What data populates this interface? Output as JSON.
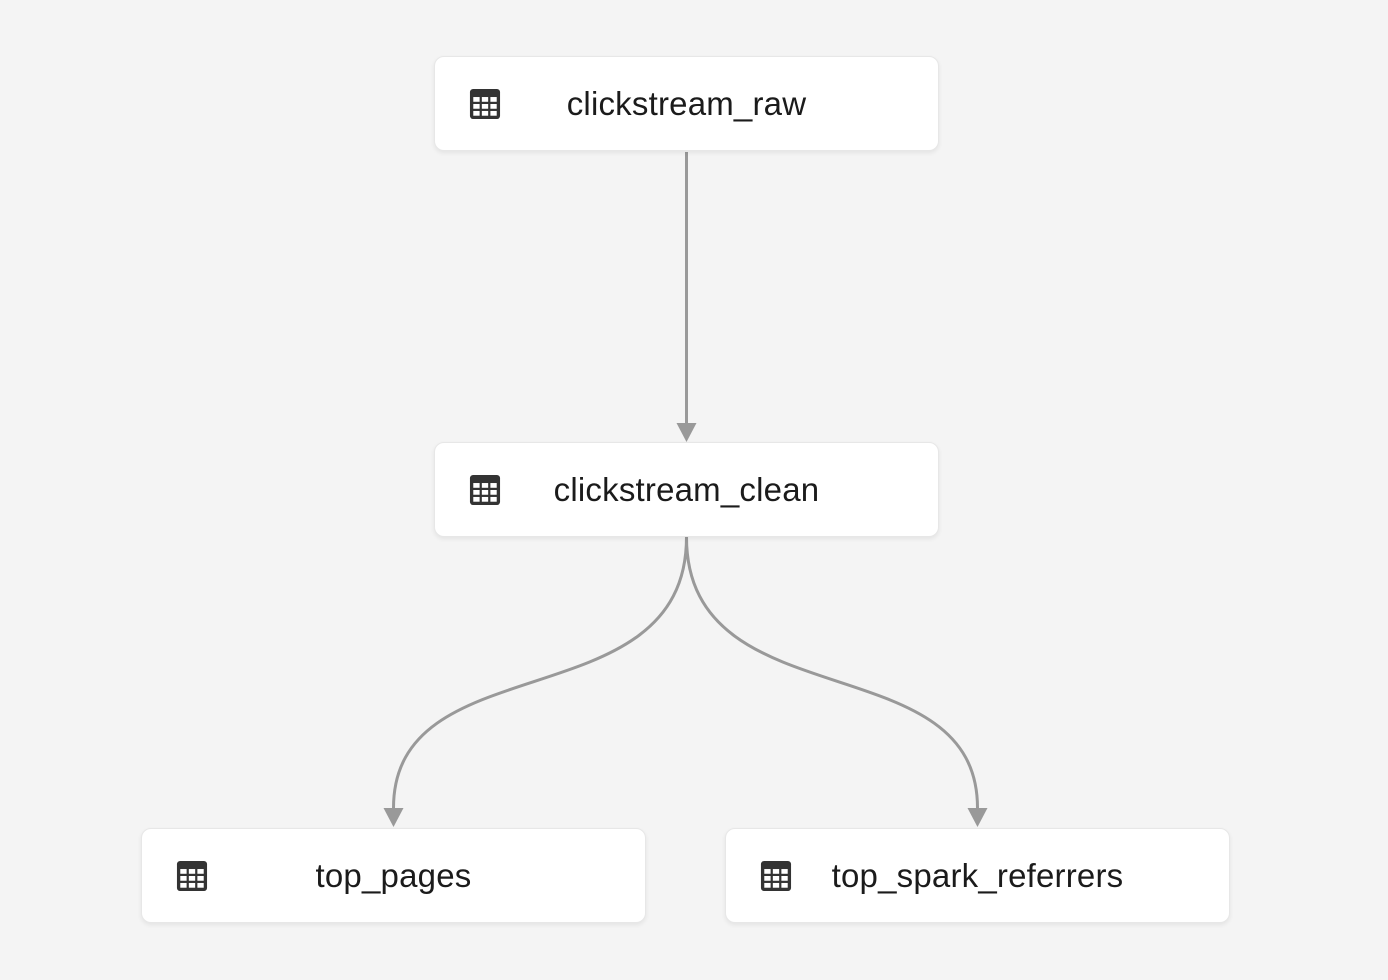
{
  "diagram": {
    "type": "pipeline-dag",
    "nodes": [
      {
        "id": "clickstream_raw",
        "label": "clickstream_raw",
        "icon": "table-icon"
      },
      {
        "id": "clickstream_clean",
        "label": "clickstream_clean",
        "icon": "table-icon"
      },
      {
        "id": "top_pages",
        "label": "top_pages",
        "icon": "table-icon"
      },
      {
        "id": "top_spark_referrers",
        "label": "top_spark_referrers",
        "icon": "table-icon"
      }
    ],
    "edges": [
      {
        "from": "clickstream_raw",
        "to": "clickstream_clean"
      },
      {
        "from": "clickstream_clean",
        "to": "top_pages"
      },
      {
        "from": "clickstream_clean",
        "to": "top_spark_referrers"
      }
    ],
    "colors": {
      "background": "#f4f4f4",
      "node_background": "#ffffff",
      "node_border": "#e7e7e7",
      "edge": "#999999",
      "label": "#1b1b1b",
      "icon": "#333333"
    }
  }
}
